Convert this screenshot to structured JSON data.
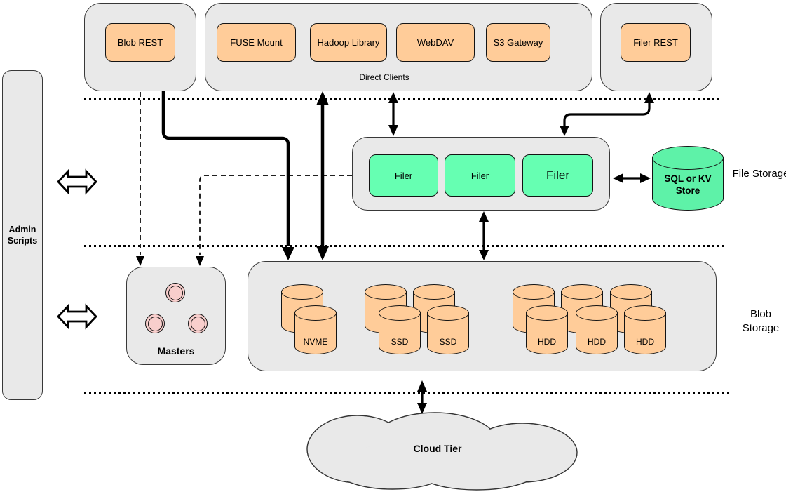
{
  "nodes": {
    "blob_rest": "Blob REST",
    "direct_clients": {
      "caption": "Direct Clients",
      "clients": [
        "FUSE Mount",
        "Hadoop Library",
        "WebDAV",
        "S3 Gateway"
      ]
    },
    "filer_rest": "Filer REST",
    "admin_scripts": "Admin Scripts",
    "file_storage": {
      "section_label": "File Storage",
      "filers": [
        "Filer",
        "Filer",
        "Filer"
      ],
      "kv_store": "SQL or KV Store"
    },
    "blob_storage": {
      "section_label": "Blob Storage",
      "masters": "Masters",
      "disks": [
        "NVME",
        "SSD",
        "SSD",
        "HDD",
        "HDD",
        "HDD"
      ]
    },
    "cloud_tier": "Cloud Tier"
  },
  "colors": {
    "container_fill": "#e9e9e9",
    "client_fill": "#ffcc99",
    "filer_fill": "#66ffb2",
    "kv_store_fill": "#5ef2a8",
    "masters_fill": "#f8cecc",
    "stroke": "#000000"
  }
}
